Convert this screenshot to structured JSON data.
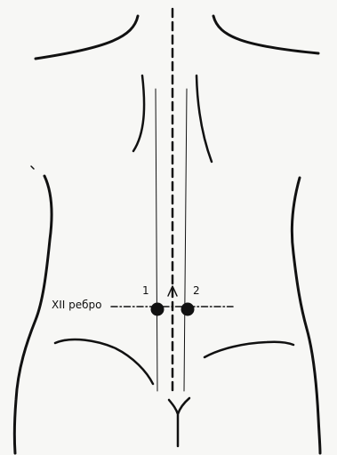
{
  "labels": {
    "rib": "XII ребро",
    "point1": "1",
    "point2": "2"
  },
  "colors": {
    "background": "#f7f7f5",
    "ink": "#111111"
  }
}
